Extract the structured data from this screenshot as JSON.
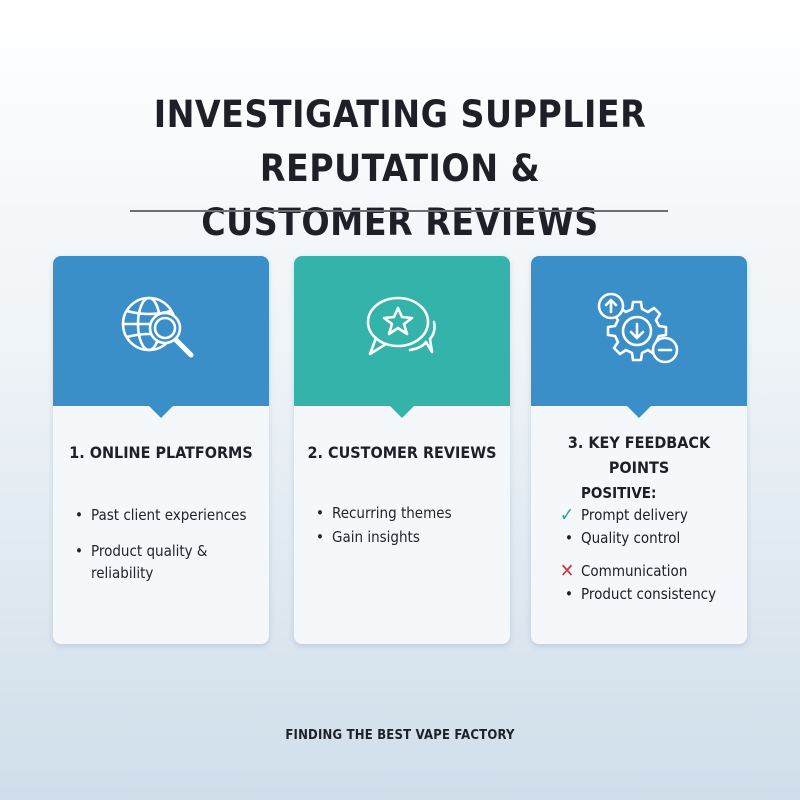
{
  "title": {
    "line1": "INVESTIGATING SUPPLIER REPUTATION &",
    "line2": "CUSTOMER REVIEWS"
  },
  "colors": {
    "blue": "#3b8fc9",
    "teal": "#33b3a9",
    "check": "#2c9fa8",
    "cross": "#d6363b"
  },
  "cards": [
    {
      "title": "1. ONLINE PLATFORMS",
      "icon": "globe-search-icon",
      "bullets": [
        "Past client experiences",
        "Product quality & reliability"
      ]
    },
    {
      "title": "2. CUSTOMER REVIEWS",
      "icon": "chat-star-icon",
      "bullets": [
        "Recurring themes",
        "Gain insights"
      ]
    },
    {
      "title_line1": "3. KEY FEEDBACK",
      "title_line2": "POINTS",
      "icon": "gear-arrows-icon",
      "positive_label": "POSITIVE:",
      "items": [
        {
          "mark": "check",
          "text": "Prompt delivery"
        },
        {
          "mark": "bullet",
          "text": "Quality control"
        },
        {
          "mark": "cross",
          "text": "Communication"
        },
        {
          "mark": "bullet",
          "text": "Product consistency"
        }
      ]
    }
  ],
  "footer": "FINDING THE BEST VAPE FACTORY"
}
